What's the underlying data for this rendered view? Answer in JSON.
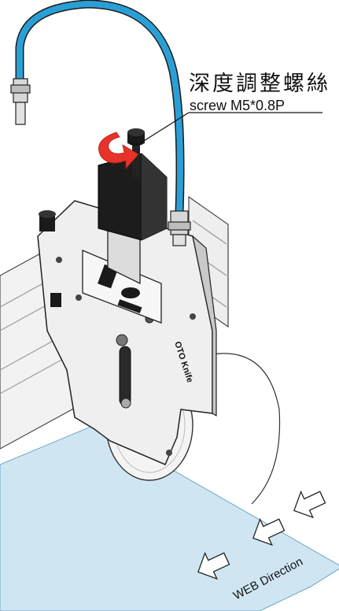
{
  "callout": {
    "title_cn": "深度調整螺絲",
    "subtitle_en": "screw M5*0.8P"
  },
  "plate": {
    "brand_text": "OTO\nKnife"
  },
  "web": {
    "direction_label": "WEB Direction"
  },
  "colors": {
    "hose": "#2a9fd6",
    "arrow": "#e8322a",
    "film": "#cfe6f2",
    "steel": "#e9e9e9",
    "dark": "#1a1a1a"
  }
}
